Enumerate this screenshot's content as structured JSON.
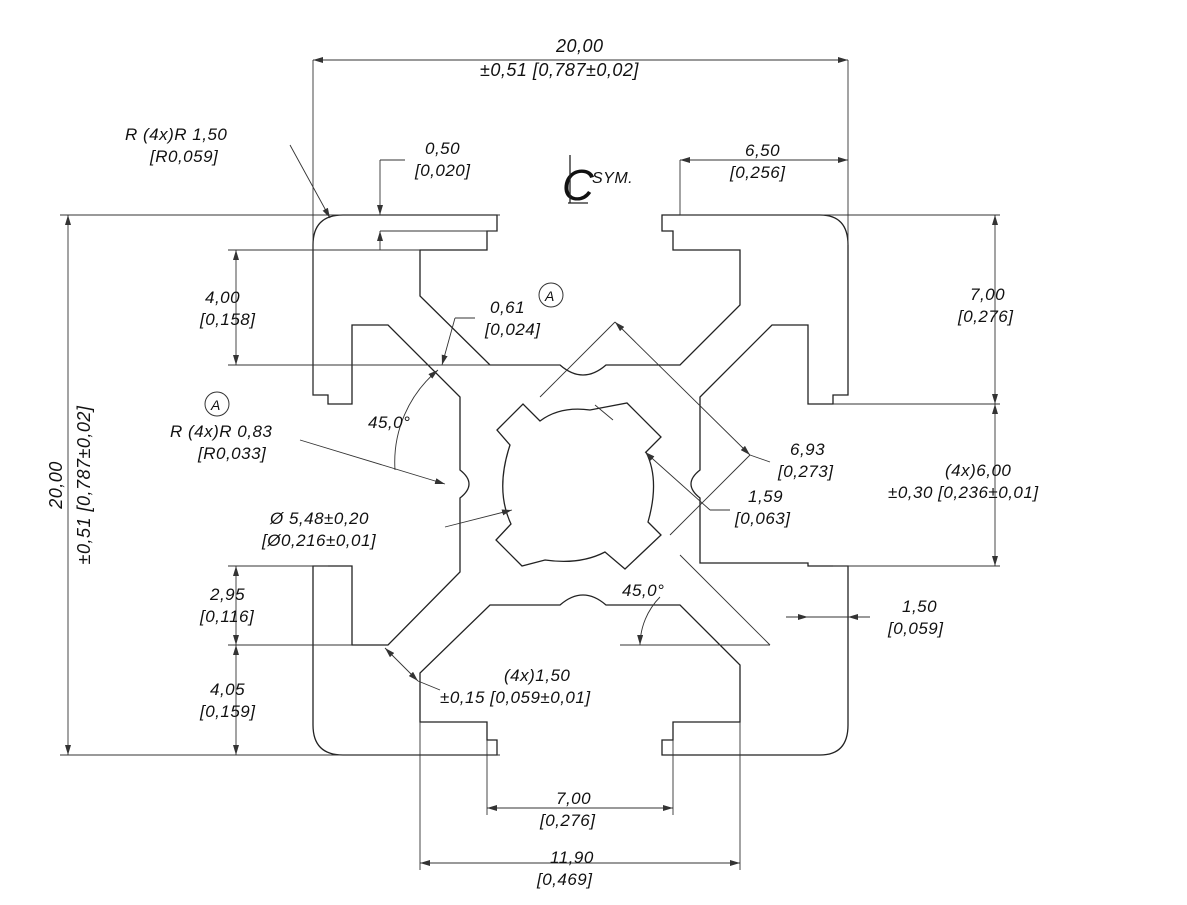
{
  "symmetry": {
    "symbol": "C",
    "label": "SYM."
  },
  "datum_label": "A",
  "dimensions": {
    "overall_width": {
      "value": "20,00",
      "tolerance": "±0,51 [0,787±0,02]"
    },
    "overall_height": {
      "value": "20,00",
      "tolerance": "±0,51 [0,787±0,02]"
    },
    "corner_radius": {
      "line1": "R (4x)R 1,50",
      "line2": "[R0,059]"
    },
    "lip_thickness": {
      "line1": "0,50",
      "line2": "[0,020]"
    },
    "half_slot_offset": {
      "line1": "6,50",
      "line2": "[0,256]"
    },
    "slot_depth_top": {
      "line1": "4,00",
      "line2": "[0,158]"
    },
    "web_thickness": {
      "line1": "0,61",
      "line2": "[0,024]"
    },
    "slot_width_right": {
      "line1": "7,00",
      "line2": "[0,276]"
    },
    "inner_radius": {
      "line1": "R (4x)R 0,83",
      "line2": "[R0,033]"
    },
    "angle_upper": "45,0°",
    "diagonal_width": {
      "line1": "6,93",
      "line2": "[0,273]"
    },
    "center_spacing": {
      "line1": "(4x)6,00",
      "line2": "±0,30 [0,236±0,01]"
    },
    "key_width": {
      "line1": "1,59",
      "line2": "[0,063]"
    },
    "bore_diameter": {
      "line1": "Ø 5,48±0,20",
      "line2": "[Ø0,216±0,01]"
    },
    "angle_lower": "45,0°",
    "slot_neck_lower": {
      "line1": "2,95",
      "line2": "[0,116]"
    },
    "lip_right": {
      "line1": "1,50",
      "line2": "[0,059]"
    },
    "wall_thickness": {
      "line1": "(4x)1,50",
      "line2": "±0,15 [0,059±0,01]"
    },
    "slot_depth_bottom": {
      "line1": "4,05",
      "line2": "[0,159]"
    },
    "slot_opening_bottom": {
      "line1": "7,00",
      "line2": "[0,276]"
    },
    "slot_inner_width": {
      "line1": "11,90",
      "line2": "[0,469]"
    }
  }
}
